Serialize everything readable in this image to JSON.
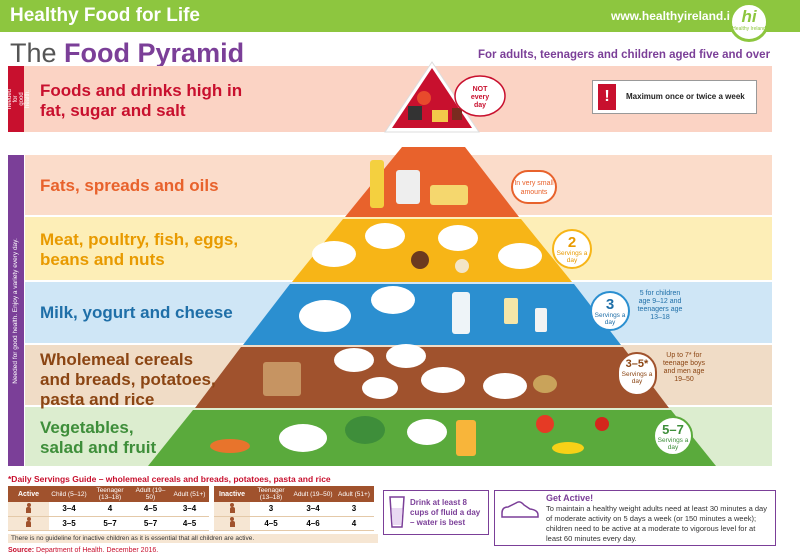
{
  "header": {
    "brand": "Healthy Food for Life",
    "url": "www.healthyireland.ie",
    "logo_text": "hi",
    "logo_sub": "Healthy Ireland"
  },
  "title": {
    "prefix": "The",
    "main": "Food Pyramid"
  },
  "audience": "For adults, teenagers and children aged five and over",
  "top_shelf": {
    "side_note": "Not needed for good health.",
    "label_line1": "Foods and drinks high in",
    "label_line2": "fat, sugar and salt",
    "badge": "NOT every day",
    "warning_icon": "!",
    "warning_text": "Maximum once or twice a week"
  },
  "side_note_main": "Needed for good health. Enjoy a variety every day.",
  "shelves": {
    "fats": {
      "label1": "Fats, spreads and oils",
      "serv": "In very small amounts"
    },
    "meat": {
      "label1": "Meat, poultry, fish, eggs,",
      "label2": "beans and nuts",
      "num": "2",
      "serv": "Servings a day"
    },
    "milk": {
      "label1": "Milk, yogurt and cheese",
      "num": "3",
      "serv": "Servings a day",
      "note": "5 for children age 9–12 and teenagers age 13–18"
    },
    "cereal": {
      "label1": "Wholemeal cereals",
      "label2": "and breads, potatoes,",
      "label3": "pasta and rice",
      "num": "3–5*",
      "serv": "Servings a day",
      "note": "Up to 7* for teenage boys and men age 19–50"
    },
    "veg": {
      "label1": "Vegetables,",
      "label2": "salad and fruit",
      "num": "5–7",
      "serv": "Servings a day"
    }
  },
  "guide": {
    "heading": "*Daily Servings Guide – wholemeal cereals and breads, potatoes, pasta and rice",
    "active_headers": [
      "Active",
      "Child (5–12)",
      "Teenager (13–18)",
      "Adult (19–50)",
      "Adult (51+)"
    ],
    "active_rows": [
      [
        "",
        "3–4",
        "4",
        "4–5",
        "3–4"
      ],
      [
        "",
        "3–5",
        "5–7",
        "5–7",
        "4–5"
      ]
    ],
    "inactive_headers": [
      "Inactive",
      "Teenager (13–18)",
      "Adult (19–50)",
      "Adult (51+)"
    ],
    "inactive_rows": [
      [
        "",
        "3",
        "3–4",
        "3"
      ],
      [
        "",
        "4–5",
        "4–6",
        "4"
      ]
    ],
    "footnote": "There is no guideline for inactive children as it is essential that all children are active."
  },
  "drink": {
    "text": "Drink at least 8 cups of fluid a day – water is best"
  },
  "active": {
    "heading": "Get Active!",
    "text": "To maintain a healthy weight adults need at least 30 minutes a day of moderate activity on 5 days a week (or 150 minutes a week); children need to be active at a moderate to vigorous level for at least 60 minutes every day."
  },
  "source": {
    "label": "Source:",
    "text": "Department of Health. December 2016."
  },
  "colors": {
    "purple": "#7b3f98",
    "green": "#8dc63f",
    "red": "#c8102e",
    "fats": "#e8622c",
    "meat": "#f7b517",
    "milk": "#2b8fd0",
    "cereal": "#a0522d",
    "veg": "#5aaa3c"
  }
}
